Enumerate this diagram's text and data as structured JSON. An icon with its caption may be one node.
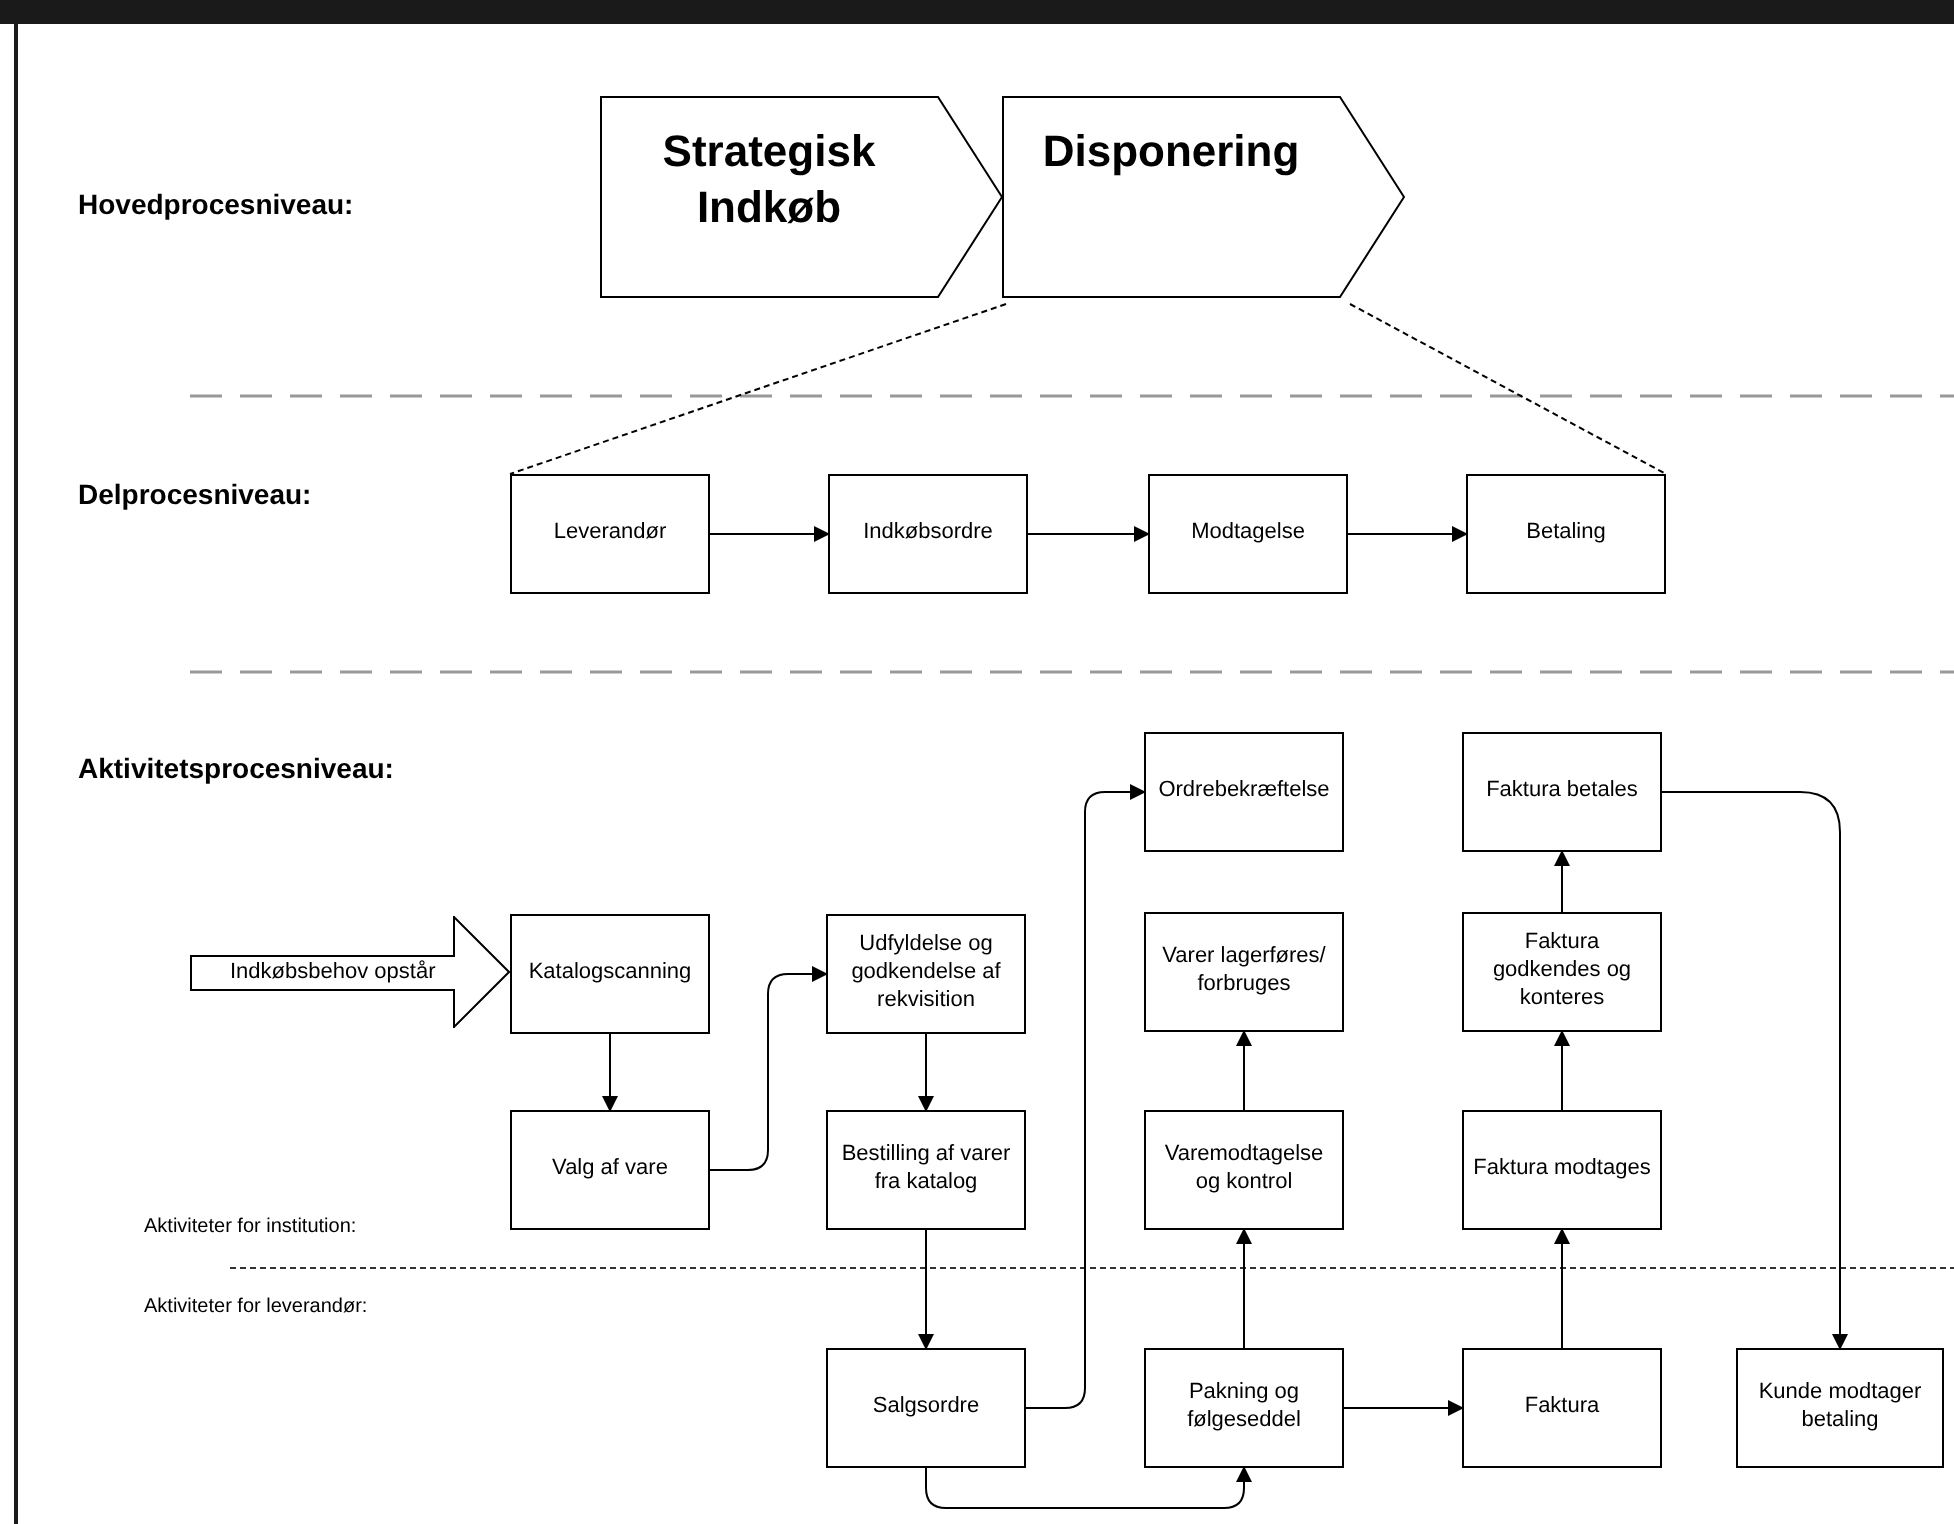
{
  "diagram": {
    "nodes": [
      {
        "text": [
          "Strategisk Indkøb"
        ]
      },
      {
        "text": [
          "Disponering"
        ]
      },
      {
        "text": [
          "Leverandør"
        ]
      },
      {
        "text": [
          "Indkøbsordre"
        ]
      },
      {
        "text": [
          "Modtagelse"
        ]
      },
      {
        "text": [
          "Betaling"
        ]
      },
      {
        "text": [
          "Indkøbsbehov opstår"
        ]
      },
      {
        "text": [
          "Katalogscanning"
        ]
      },
      {
        "text": [
          "Udfyldelse og godkendelse af rekvisition"
        ]
      },
      {
        "text": [
          "Ordrebekræftelse"
        ]
      },
      {
        "text": [
          "Faktura betales"
        ]
      },
      {
        "text": [
          "Varer lagerføres/ forbruges"
        ]
      },
      {
        "text": [
          "Faktura godkendes og konteres"
        ]
      },
      {
        "text": [
          "Valg af vare"
        ]
      },
      {
        "text": [
          "Bestilling af varer fra katalog"
        ]
      },
      {
        "text": [
          "Varemodtagelse og kontrol"
        ]
      },
      {
        "text": [
          "Faktura modtages"
        ]
      },
      {
        "text": [
          "Salgsordre"
        ]
      },
      {
        "text": [
          "Pakning og følgeseddel"
        ]
      },
      {
        "text": [
          "Faktura"
        ]
      },
      {
        "text": [
          "Kunde modtager betaling"
        ]
      }
    ],
    "edges": [
      {
        "from": 1,
        "to": 2,
        "arrow": "none",
        "style": "dashed"
      },
      {
        "from": 1,
        "to": 5,
        "arrow": "none",
        "style": "dashed"
      },
      {
        "from": 2,
        "to": 3,
        "arrow": "to"
      },
      {
        "from": 3,
        "to": 4,
        "arrow": "to"
      },
      {
        "from": 4,
        "to": 5,
        "arrow": "to"
      },
      {
        "from": 7,
        "to": 13,
        "arrow": "to"
      },
      {
        "from": 13,
        "to": 8,
        "arrow": "to"
      },
      {
        "from": 8,
        "to": 14,
        "arrow": "to"
      },
      {
        "from": 14,
        "to": 17,
        "arrow": "to"
      },
      {
        "from": 17,
        "to": 9,
        "arrow": "to"
      },
      {
        "from": 17,
        "to": 18,
        "arrow": "to"
      },
      {
        "from": 18,
        "to": 15,
        "arrow": "to"
      },
      {
        "from": 15,
        "to": 11,
        "arrow": "to"
      },
      {
        "from": 18,
        "to": 19,
        "arrow": "to"
      },
      {
        "from": 19,
        "to": 16,
        "arrow": "to"
      },
      {
        "from": 16,
        "to": 12,
        "arrow": "to"
      },
      {
        "from": 12,
        "to": 10,
        "arrow": "to"
      },
      {
        "from": 10,
        "to": 20,
        "arrow": "to"
      }
    ],
    "labels": [
      "Hovedprocesniveau:",
      "Delprocesniveau:",
      "Aktivitetsprocesniveau:",
      "Aktiviteter for institution:",
      "Aktiviteter for leverandør:"
    ]
  }
}
